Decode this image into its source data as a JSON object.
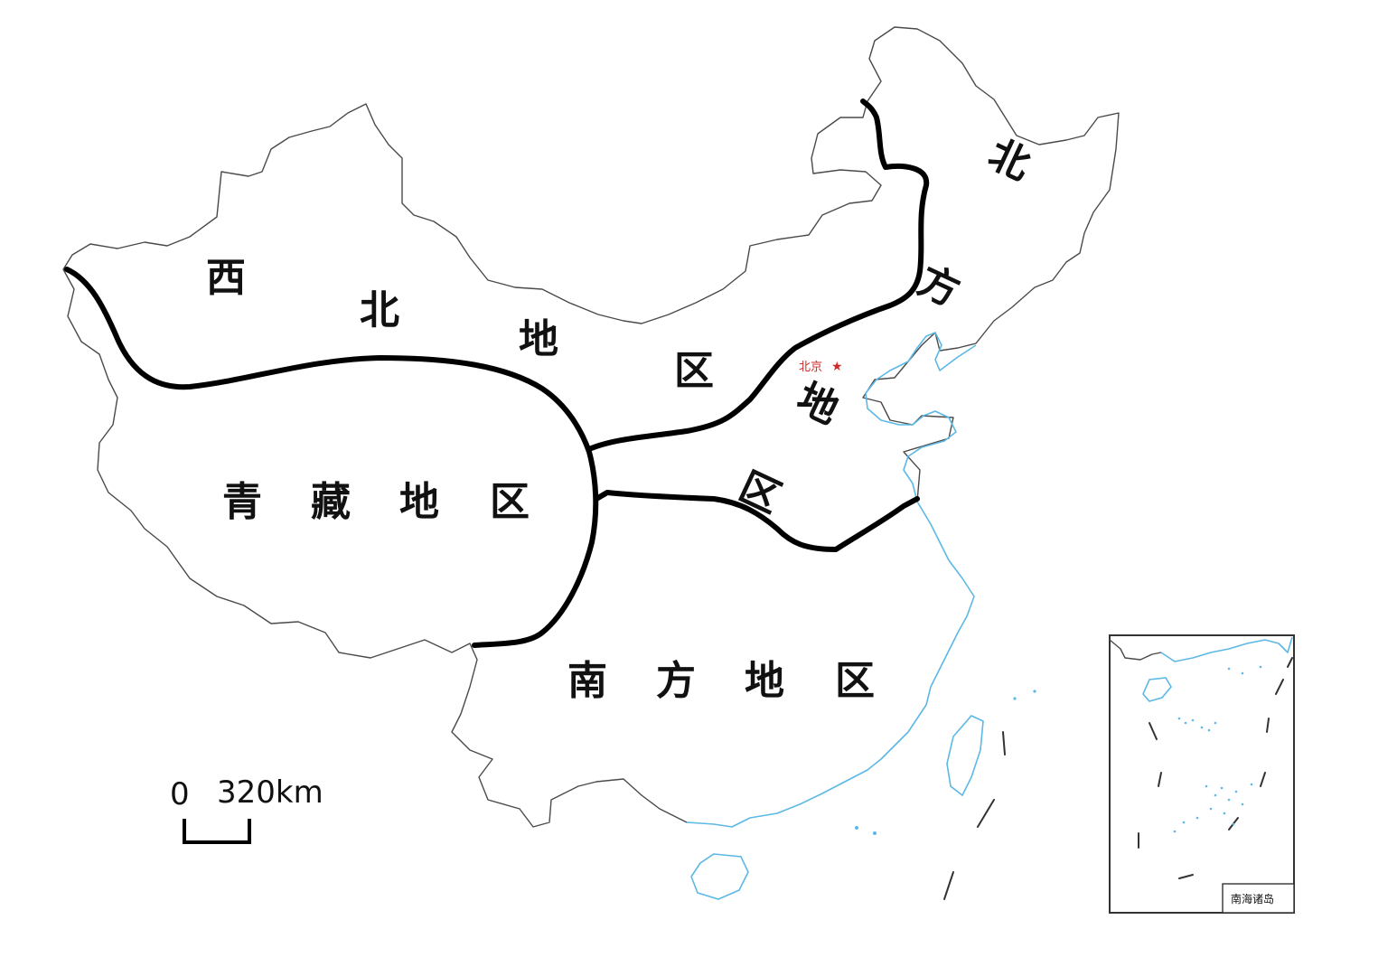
{
  "regions": {
    "northwest": {
      "name": "西北地区",
      "chars": [
        "西",
        "北",
        "地",
        "区"
      ]
    },
    "north": {
      "name": "北方地区",
      "chars": [
        "北",
        "方",
        "地",
        "区"
      ]
    },
    "qingzang": {
      "name": "青藏地区",
      "chars": [
        "青",
        "藏",
        "地",
        "区"
      ]
    },
    "south": {
      "name": "南方地区",
      "chars": [
        "南",
        "方",
        "地",
        "区"
      ]
    }
  },
  "capital": {
    "label": "北京",
    "marker": "★",
    "icon": "star-icon"
  },
  "scale": {
    "zero": "0",
    "distance": "320km"
  },
  "inset": {
    "label": "南海诸岛"
  },
  "colors": {
    "land_boundary": "#4a4a4a",
    "coastline": "#5cb8e6",
    "region_divider": "#000000",
    "capital": "#cc2a2a"
  }
}
